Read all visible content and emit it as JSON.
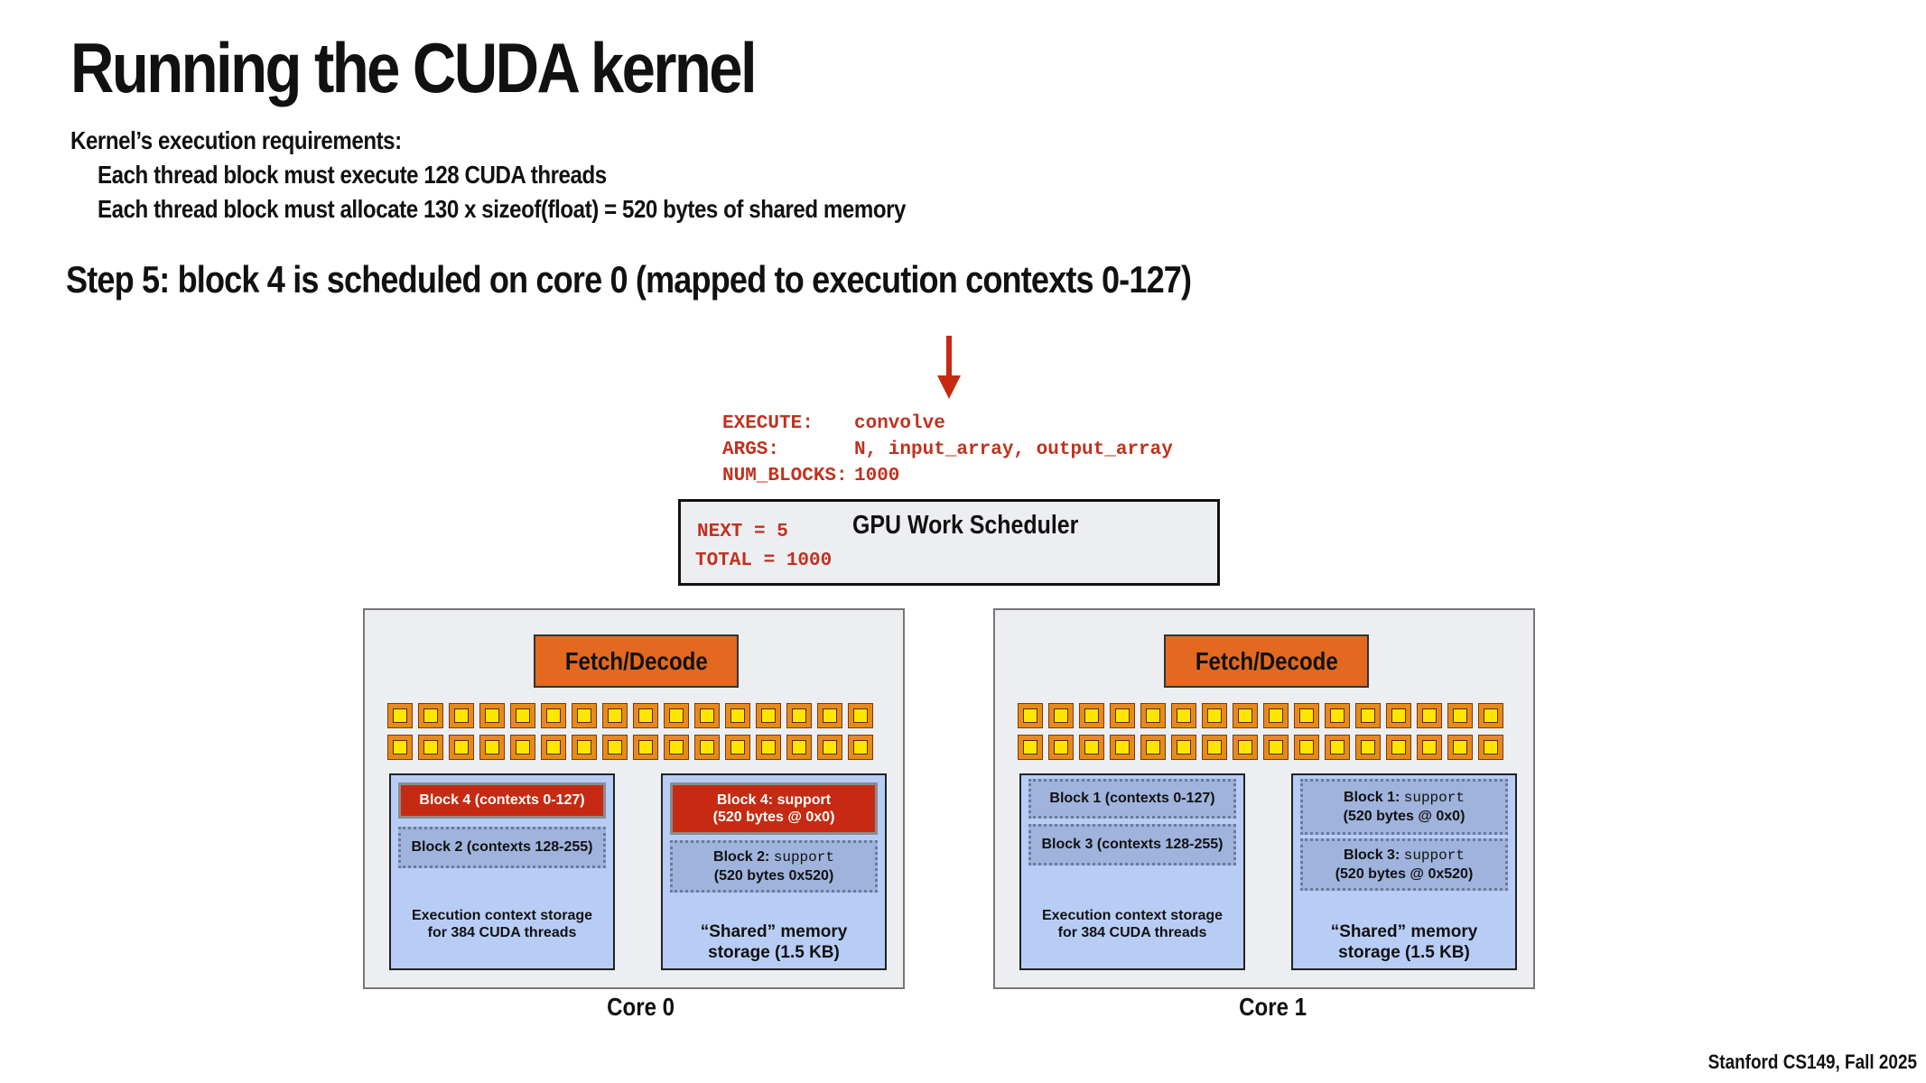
{
  "slide": {
    "title": "Running the CUDA kernel",
    "requirements": {
      "heading": "Kernel’s execution requirements:",
      "line1": "Each thread block must execute 128 CUDA threads",
      "line2": "Each thread block must allocate 130 x sizeof(float) =  520 bytes of shared memory"
    },
    "step": "Step 5: block 4 is scheduled on core 0 (mapped to execution contexts 0-127)",
    "launch": {
      "execute_key": "EXECUTE:",
      "execute_val": "convolve",
      "args_key": "ARGS:",
      "args_val": "N, input_array, output_array",
      "blocks_key": "NUM_BLOCKS:",
      "blocks_val": "1000"
    },
    "scheduler": {
      "title": "GPU Work Scheduler",
      "next": "NEXT = 5",
      "total": "TOTAL = 1000"
    },
    "cores": [
      {
        "label": "Core 0",
        "fetch": "Fetch/Decode",
        "exec_blocks": [
          "Block 4 (contexts 0-127)",
          "Block 2 (contexts 128-255)"
        ],
        "exec_label": "Execution context storage for 384 CUDA threads",
        "shared_blocks": [
          {
            "name": "Block 4: ",
            "mono": "support",
            "detail": "(520 bytes @ 0x0)"
          },
          {
            "name": "Block 2: ",
            "mono": "support",
            "detail": "(520 bytes 0x520)"
          }
        ],
        "shared_label": "“Shared” memory storage (1.5 KB)"
      },
      {
        "label": "Core 1",
        "fetch": "Fetch/Decode",
        "exec_blocks": [
          "Block 1 (contexts 0-127)",
          "Block 3 (contexts 128-255)"
        ],
        "exec_label": "Execution context storage for 384 CUDA threads",
        "shared_blocks": [
          {
            "name": "Block 1: ",
            "mono": "support",
            "detail": "(520 bytes @ 0x0)"
          },
          {
            "name": "Block 3: ",
            "mono": "support",
            "detail": "(520 bytes @ 0x520)"
          }
        ],
        "shared_label": "“Shared” memory storage (1.5 KB)"
      }
    ],
    "footer": "Stanford CS149, Fall 2025",
    "colors": {
      "accent_red": "#c62a12",
      "code_red": "#c0321f",
      "fetch_orange": "#e2691f",
      "storage_blue": "#b8cdf5",
      "block_blue": "#9fb3dc",
      "alu_yellow": "#ffe600"
    }
  }
}
